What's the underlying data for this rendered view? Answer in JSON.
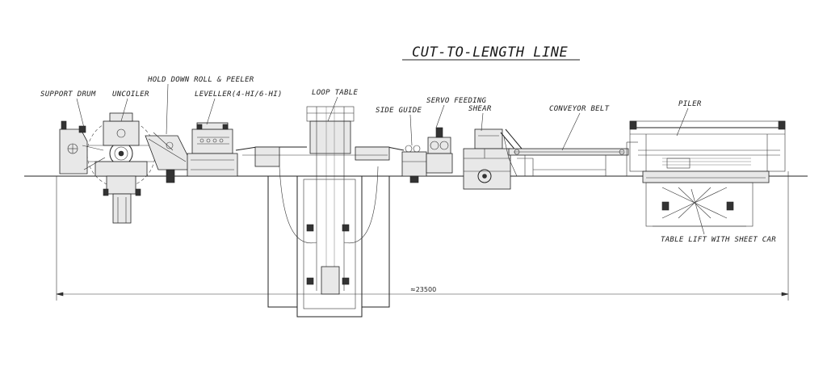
{
  "title": "CUT-TO-LENGTH LINE",
  "labels": {
    "support_drum": "SUPPORT DRUM",
    "uncoiler": "UNCOILER",
    "hold_down": "HOLD DOWN ROLL & PEELER",
    "leveller": "LEVELLER(4-HI/6-HI)",
    "loop_table": "LOOP TABLE",
    "side_guide": "SIDE GUIDE",
    "servo_feeding": "SERVO FEEDING",
    "shear": "SHEAR",
    "conveyor_belt": "CONVEYOR BELT",
    "piler": "PILER",
    "table_lift": "TABLE LIFT WITH SHEET CAR"
  },
  "dimension": "≈23500",
  "colors": {
    "line": "#222222",
    "background": "#ffffff"
  }
}
